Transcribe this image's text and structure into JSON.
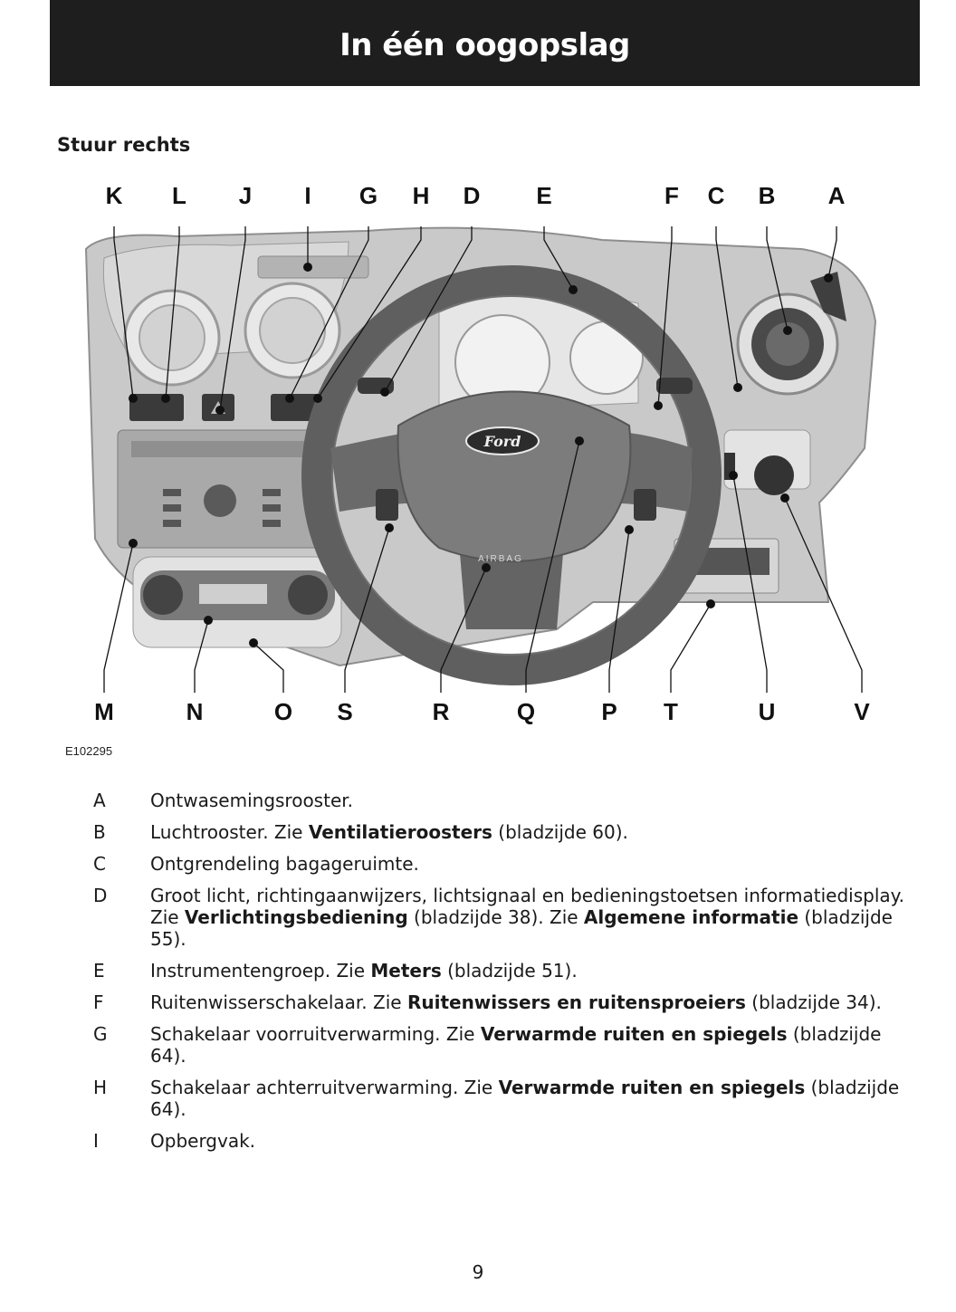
{
  "header": {
    "title": "In één oogopslag"
  },
  "section": {
    "title": "Stuur rechts"
  },
  "figure": {
    "id": "E102295",
    "labels_top": [
      "K",
      "L",
      "J",
      "I",
      "G",
      "H",
      "D",
      "E",
      "F",
      "C",
      "B",
      "A"
    ],
    "labels_bottom": [
      "M",
      "N",
      "O",
      "S",
      "R",
      "Q",
      "P",
      "T",
      "U",
      "V"
    ],
    "logo_text": "Ford",
    "airbag_text": "AIRBAG"
  },
  "legend": [
    {
      "key": "A",
      "parts": [
        {
          "text": "Ontwasemingsrooster.",
          "bold": false
        }
      ]
    },
    {
      "key": "B",
      "parts": [
        {
          "text": "Luchtrooster.  Zie ",
          "bold": false
        },
        {
          "text": "Ventilatieroosters",
          "bold": true
        },
        {
          "text": " (bladzijde 60).",
          "bold": false
        }
      ]
    },
    {
      "key": "C",
      "parts": [
        {
          "text": "Ontgrendeling bagageruimte.",
          "bold": false
        }
      ]
    },
    {
      "key": "D",
      "parts": [
        {
          "text": "Groot licht, richtingaanwijzers, lichtsignaal en bedieningstoetsen informatiedisplay.  Zie ",
          "bold": false
        },
        {
          "text": "Verlichtingsbediening",
          "bold": true
        },
        {
          "text": " (bladzijde 38).  Zie ",
          "bold": false
        },
        {
          "text": "Algemene informatie",
          "bold": true
        },
        {
          "text": " (bladzijde 55).",
          "bold": false
        }
      ]
    },
    {
      "key": "E",
      "parts": [
        {
          "text": "Instrumentengroep.  Zie ",
          "bold": false
        },
        {
          "text": "Meters",
          "bold": true
        },
        {
          "text": " (bladzijde 51).",
          "bold": false
        }
      ]
    },
    {
      "key": "F",
      "parts": [
        {
          "text": "Ruitenwisserschakelaar.  Zie ",
          "bold": false
        },
        {
          "text": "Ruitenwissers en ruitensproeiers",
          "bold": true
        },
        {
          "text": " (bladzijde 34).",
          "bold": false
        }
      ]
    },
    {
      "key": "G",
      "parts": [
        {
          "text": "Schakelaar voorruitverwarming. Zie ",
          "bold": false
        },
        {
          "text": "Verwarmde ruiten en spiegels",
          "bold": true
        },
        {
          "text": " (bladzijde 64).",
          "bold": false
        }
      ]
    },
    {
      "key": "H",
      "parts": [
        {
          "text": "Schakelaar achterruitverwarming.  Zie ",
          "bold": false
        },
        {
          "text": "Verwarmde ruiten en spiegels",
          "bold": true
        },
        {
          "text": " (bladzijde 64).",
          "bold": false
        }
      ]
    },
    {
      "key": "I",
      "parts": [
        {
          "text": "Opbergvak.",
          "bold": false
        }
      ]
    }
  ],
  "footer": {
    "page_number": "9"
  }
}
